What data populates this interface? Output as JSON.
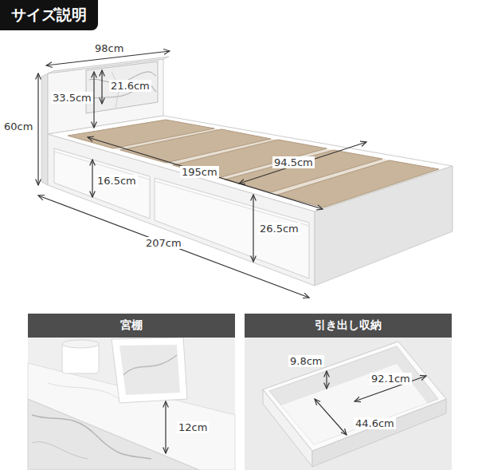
{
  "diagram": {
    "title": "サイズ説明",
    "nodes": [
      {
        "text": [
          "宮棚"
        ]
      },
      {
        "text": [
          "引き出し収納"
        ]
      }
    ],
    "labels": [
      "98cm",
      "21.6cm",
      "33.5cm",
      "60cm",
      "195cm",
      "94.5cm",
      "16.5cm",
      "26.5cm",
      "207cm",
      "12cm",
      "9.8cm",
      "92.1cm",
      "44.6cm"
    ]
  }
}
